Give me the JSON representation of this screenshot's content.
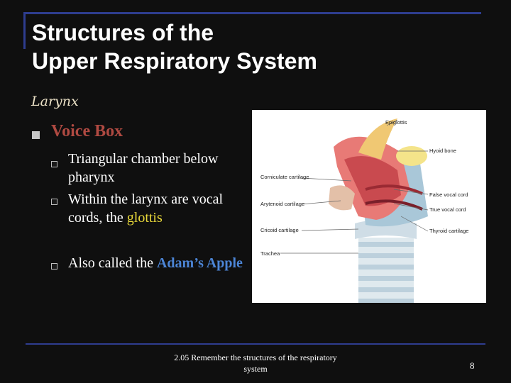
{
  "slide": {
    "title_line1": "Structures of the",
    "title_line2": "Upper Respiratory System",
    "subtitle": "Larynx",
    "heading": "Voice Box",
    "bullets": {
      "b1": "Triangular chamber below pharynx",
      "b2_prefix": "Within the larynx are vocal cords, the ",
      "b2_highlight": "glottis",
      "b3_prefix": "Also called the ",
      "b3_highlight": "Adam’s Apple"
    },
    "footer": "2.05 Remember the structures of the respiratory system",
    "page_number": "8"
  },
  "figure": {
    "labels": {
      "epiglottis": "Epiglottis",
      "hyoid": "Hyoid bone",
      "corniculate": "Corniculate cartilage",
      "false_cord": "False vocal cord",
      "arytenoid": "Arytenoid cartilage",
      "true_cord": "True vocal cord",
      "cricoid": "Cricoid cartilage",
      "thyroid": "Thyroid cartilage",
      "trachea": "Trachea"
    }
  },
  "colors": {
    "accent_rule": "#2e3d8f",
    "heading": "#b04a42",
    "glottis": "#e8d83a",
    "adams_apple": "#4c85d6"
  }
}
